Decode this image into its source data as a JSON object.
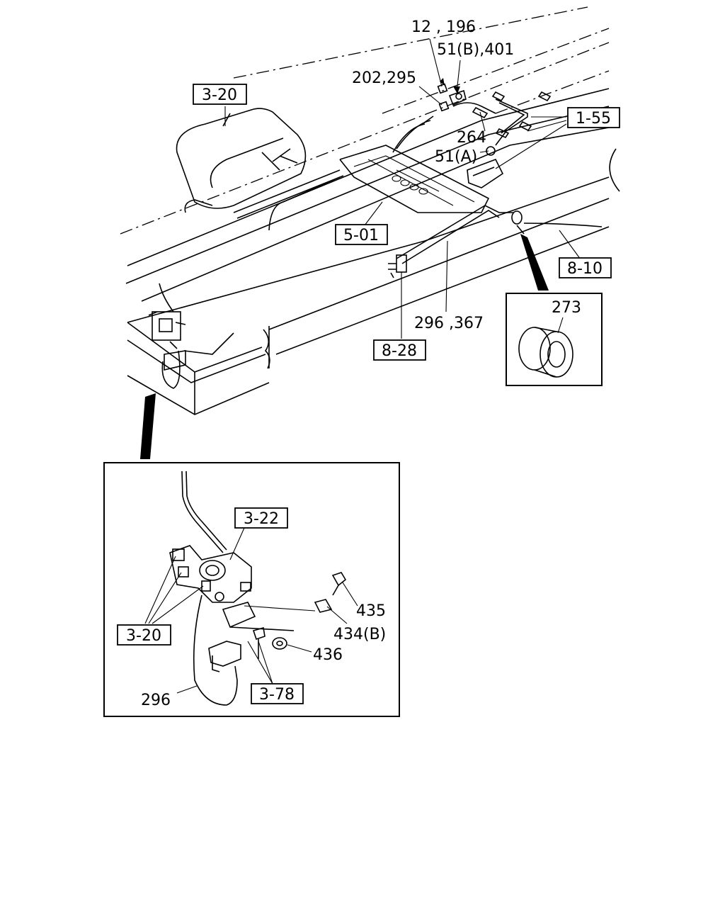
{
  "callouts": {
    "c_12_196": "12 , 196",
    "c_51b_401": "51(B),401",
    "c_202_295": "202,295",
    "c_264": "264",
    "c_51a": "51(A)",
    "c_273": "273",
    "c_296_367": "296 ,367",
    "c_435": "435",
    "c_434b": "434(B)",
    "c_436": "436",
    "c_296": "296"
  },
  "references": {
    "r_3_20_top": "3-20",
    "r_1_55": "1-55",
    "r_5_01": "5-01",
    "r_8_10": "8-10",
    "r_8_28": "8-28",
    "r_3_22": "3-22",
    "r_3_20_detail": "3-20",
    "r_3_78": "3-78"
  }
}
